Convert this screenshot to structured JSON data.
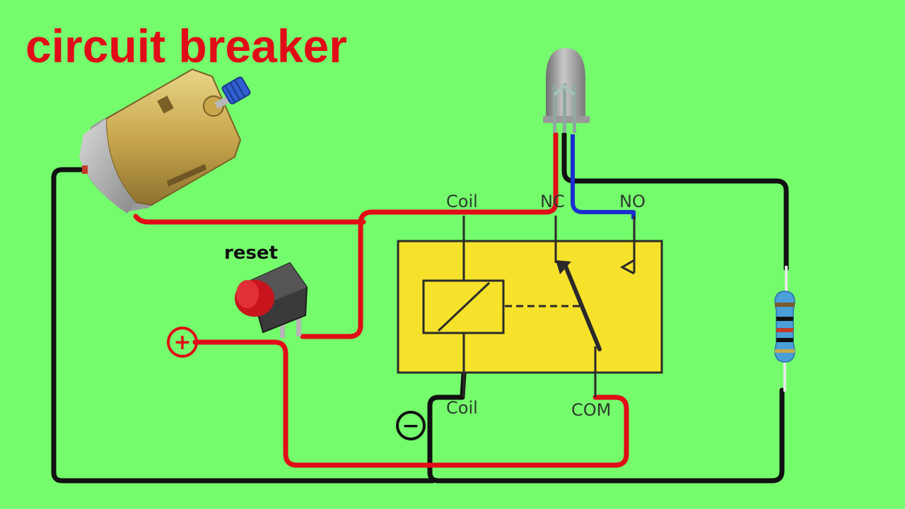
{
  "title": "circuit breaker",
  "labels": {
    "reset": "reset",
    "coil_top": "Coil",
    "nc": "NC",
    "no": "NO",
    "coil_bottom": "Coil",
    "com": "COM",
    "plus": "+",
    "minus": "−"
  },
  "colors": {
    "background": "#74fc6c",
    "title": "#e10c17",
    "wire_red": "#e10c17",
    "wire_black": "#111111",
    "wire_blue": "#1a2fd0",
    "relay_body": "#f6e22a"
  },
  "components": [
    "dc-motor",
    "reset-push-button",
    "relay",
    "led",
    "resistor"
  ]
}
